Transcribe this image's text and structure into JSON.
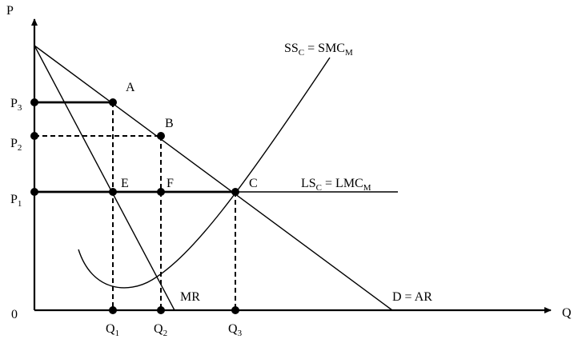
{
  "axes": {
    "y_label": "P",
    "x_label": "Q",
    "origin_label": "0"
  },
  "curves": {
    "demand": "D = AR",
    "marginal_revenue": "MR",
    "short_run_supply": {
      "main": "SS",
      "sub1": "C",
      "mid": " = SMC",
      "sub2": "M"
    },
    "long_run_supply": {
      "main": "LS",
      "sub1": "C",
      "mid": " = LMC",
      "sub2": "M"
    }
  },
  "points": {
    "A": "A",
    "B": "B",
    "C": "C",
    "E": "E",
    "F": "F"
  },
  "price_ticks": [
    {
      "main": "P",
      "sub": "3"
    },
    {
      "main": "P",
      "sub": "2"
    },
    {
      "main": "P",
      "sub": "1"
    }
  ],
  "quantity_ticks": [
    {
      "main": "Q",
      "sub": "1"
    },
    {
      "main": "Q",
      "sub": "2"
    },
    {
      "main": "Q",
      "sub": "3"
    }
  ]
}
